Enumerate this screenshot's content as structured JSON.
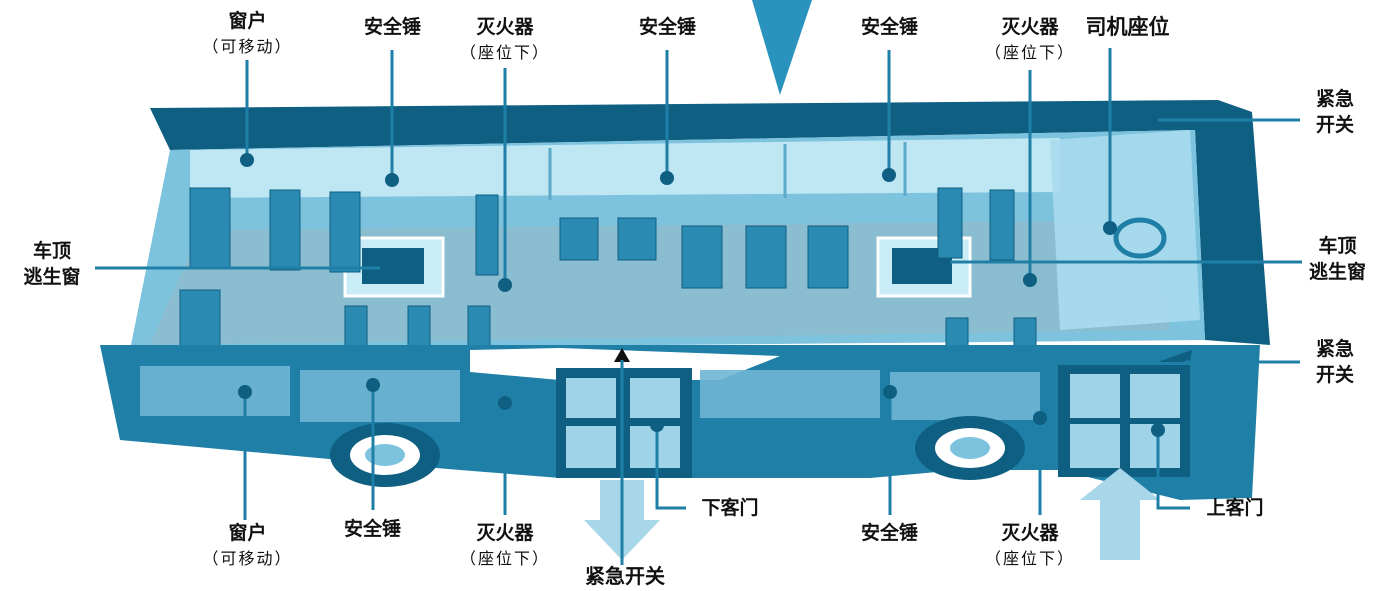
{
  "labels": {
    "window_top": {
      "title": "窗户",
      "sub": "（可移动）"
    },
    "hammer_top_1": "安全锤",
    "extinguisher_top_1": {
      "title": "灭火器",
      "sub": "（座位下）"
    },
    "hammer_top_2": "安全锤",
    "hammer_top_3": "安全锤",
    "extinguisher_top_2": {
      "title": "灭火器",
      "sub": "（座位下）"
    },
    "driver_seat": "司机座位",
    "emergency_switch_right_top": {
      "line1": "紧急",
      "line2": "开关"
    },
    "roof_hatch_left": {
      "line1": "车顶",
      "line2": "逃生窗"
    },
    "roof_hatch_right": {
      "line1": "车顶",
      "line2": "逃生窗"
    },
    "emergency_switch_right_mid": {
      "line1": "紧急",
      "line2": "开关"
    },
    "window_bottom": {
      "title": "窗户",
      "sub": "（可移动）"
    },
    "hammer_bottom_1": "安全锤",
    "extinguisher_bottom_1": {
      "title": "灭火器",
      "sub": "（座位下）"
    },
    "emergency_switch_bottom": "紧急开关",
    "rear_door": "下客门",
    "hammer_bottom_2": "安全锤",
    "extinguisher_bottom_2": {
      "title": "灭火器",
      "sub": "（座位下）"
    },
    "front_door": "上客门"
  },
  "colors": {
    "bus_body": "#1f7fa6",
    "bus_dark": "#0e5f82",
    "interior": "#7ec3de",
    "glass": "#c9ecf7",
    "floor": "#8fbccd",
    "seat": "#2a8ab2",
    "leader": "#1f7fa6",
    "arrow_light": "#a9d7ea",
    "top_triangle": "#2a93bd"
  }
}
